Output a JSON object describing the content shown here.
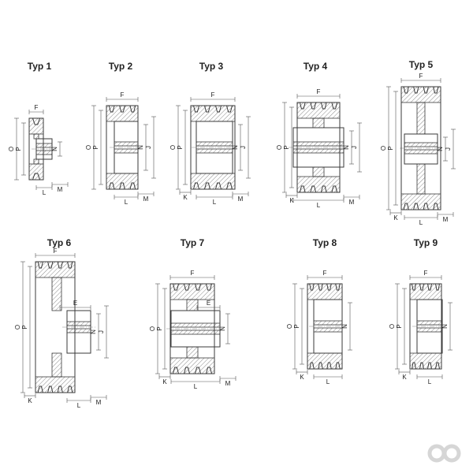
{
  "types": [
    {
      "title": "Typ 1"
    },
    {
      "title": "Typ 2"
    },
    {
      "title": "Typ 3"
    },
    {
      "title": "Typ 4"
    },
    {
      "title": "Typ 5"
    },
    {
      "title": "Typ 6"
    },
    {
      "title": "Typ 7"
    },
    {
      "title": "Typ 8"
    },
    {
      "title": "Typ 9"
    }
  ],
  "dims": {
    "F": "F",
    "O": "O",
    "P": "P",
    "N": "N",
    "J": "J",
    "L": "L",
    "M": "M",
    "K": "K",
    "E": "E"
  },
  "colors": {
    "line": "#3a3a3a",
    "hatch": "#9a9a9a",
    "dim": "#555555",
    "logo": "#dcdcdc"
  },
  "logo_icon": "infinity-logo-icon"
}
